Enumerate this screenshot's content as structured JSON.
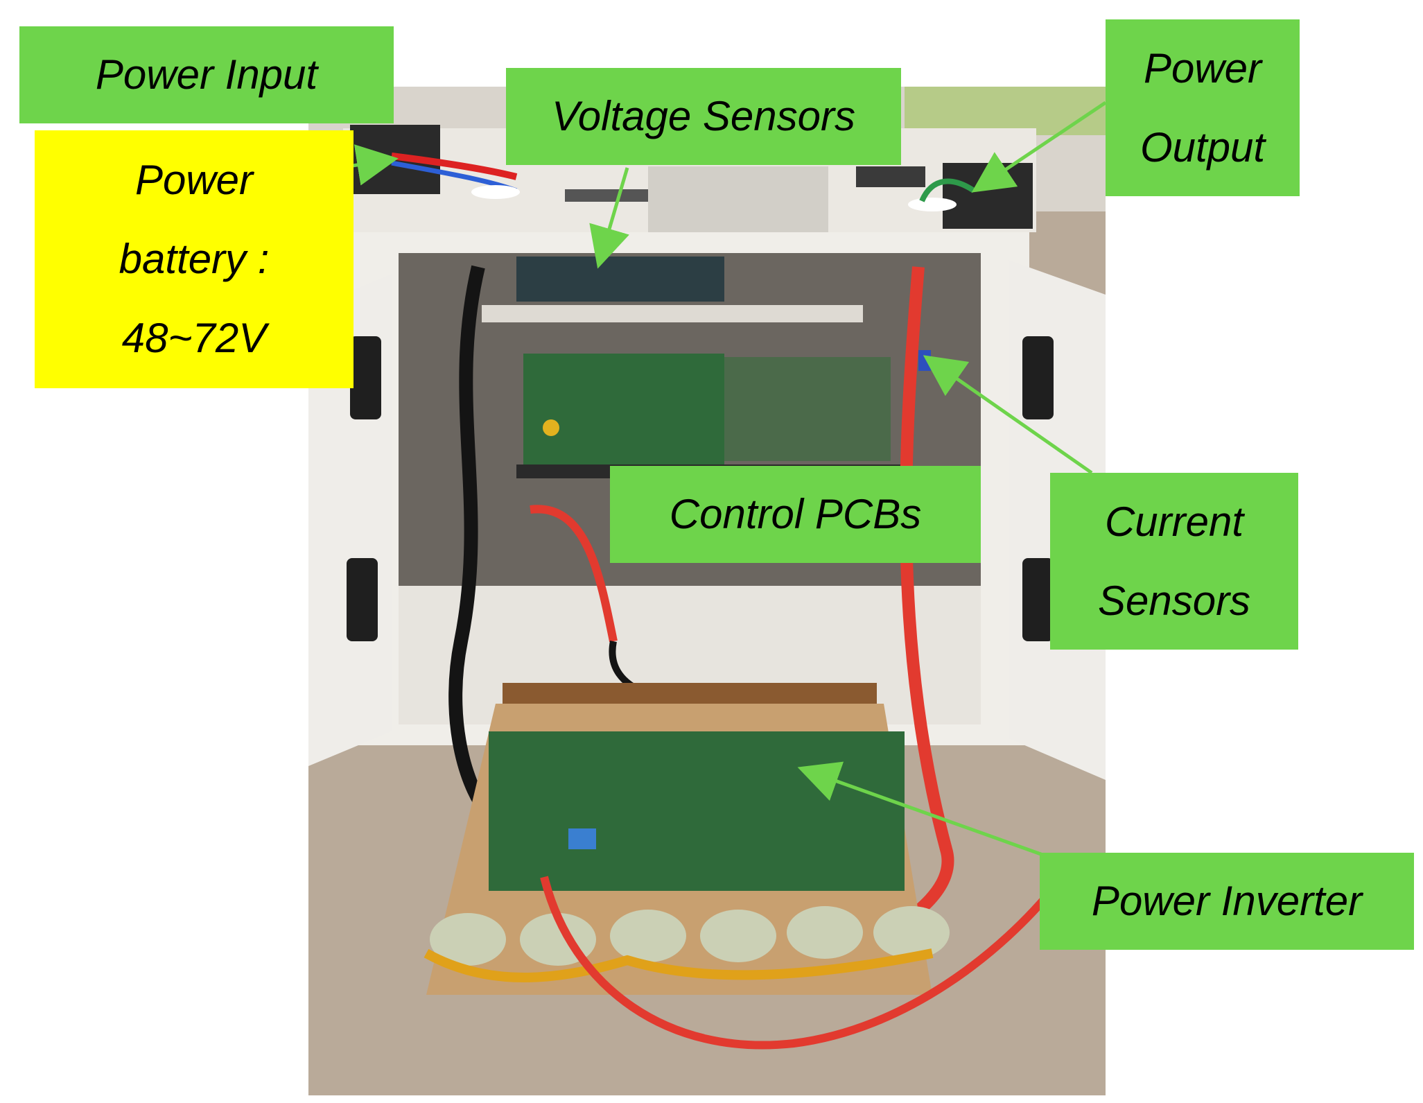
{
  "labels": {
    "power_input": "Power Input",
    "power_battery": [
      "Power",
      "battery :",
      "48~72V"
    ],
    "voltage_sensors": "Voltage Sensors",
    "power_output": [
      "Power",
      "Output"
    ],
    "control_pcbs": "Control PCBs",
    "current_sensors": [
      "Current",
      "Sensors"
    ],
    "power_inverter": "Power Inverter"
  },
  "colors": {
    "label_green": "#6ed44b",
    "label_yellow": "#ffff00",
    "arrow": "#6ed44b",
    "cabinet": "#e6e3dc",
    "floor": "#b9aa99",
    "pcb": "#2f6a3a",
    "copper": "#c97a3a",
    "red_cable": "#e23a2f"
  }
}
